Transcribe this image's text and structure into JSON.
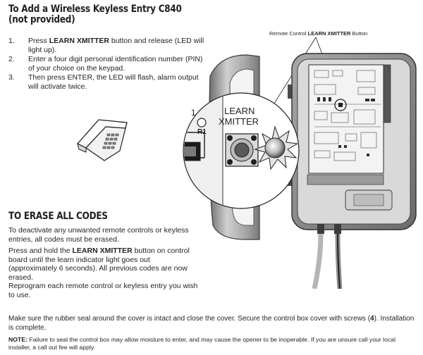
{
  "section1": {
    "title_line1": "To Add a Wireless Keyless Entry C840",
    "title_line2": "(not provided)",
    "steps": [
      {
        "num": "1.",
        "pre": "Press ",
        "bold": "LEARN XMITTER",
        "post": " button and release (LED will light up)."
      },
      {
        "num": "2.",
        "text": "Enter a four digit personal identification number (PIN) of your choice on the keypad."
      },
      {
        "num": "3.",
        "text": "Then press ENTER, the LED will flash, alarm output will activate twice."
      }
    ]
  },
  "section2": {
    "title": "TO ERASE ALL CODES",
    "para1": "To deactivate any unwanted remote controls or keyless entries, all codes must be erased.",
    "para2_pre": "Press and hold the ",
    "para2_bold": "LEARN XMITTER",
    "para2_post": " button on control board until the learn indicator light goes out (approximately 6 seconds). All previous codes are now erased.",
    "para3": "Reprogram each remote control or keyless entry you wish to use."
  },
  "diagram": {
    "callout_pre": "Remote Control ",
    "callout_bold": "LEARN XMITTER",
    "callout_post": " Button",
    "learn_line1": "LEARN",
    "learn_line2": "XMITTER",
    "label_1": "1",
    "label_r1": "R1"
  },
  "footer": {
    "main_pre": "Make sure the rubber seal around the cover is intact and close the cover. Secure the control box cover with screws (",
    "main_bold": "4",
    "main_post": "). Installation is complete.",
    "note_label": "NOTE:",
    "note_text": " Failure to seal the control box may allow moisture to enter, and may cause the opener to be inoperable. If you are unsure call your local installer, a call out fee will apply."
  }
}
